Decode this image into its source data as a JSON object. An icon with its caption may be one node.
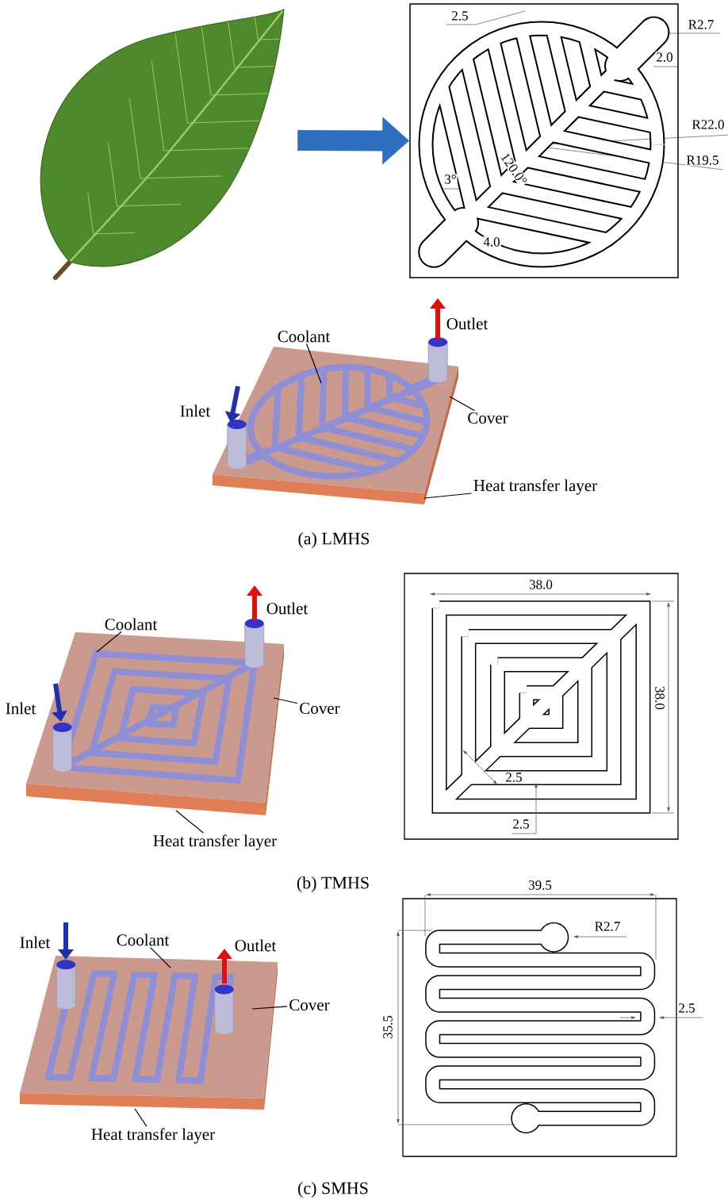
{
  "diagram": {
    "nodes": [
      {
        "text": [],
        "shape": "picture"
      },
      {
        "text": [],
        "shape": "picture"
      },
      {
        "text": [
          "Coolant"
        ]
      },
      {
        "text": [
          "Cover"
        ]
      },
      {
        "text": [
          "Heat transfer layer"
        ]
      },
      {
        "text": [
          "Coolant"
        ]
      },
      {
        "text": [
          "Cover"
        ]
      },
      {
        "text": [
          "Heat transfer layer"
        ]
      },
      {
        "text": [
          "Coolant"
        ]
      },
      {
        "text": [
          "Cover"
        ]
      },
      {
        "text": [
          "Heat transfer layer"
        ]
      },
      {
        "text": [],
        "shape": "picture",
        "beside": [
          "Outlet",
          "Inlet"
        ]
      },
      {
        "text": [],
        "shape": "picture",
        "beside": [
          "Outlet",
          "Inlet"
        ]
      },
      {
        "text": [],
        "shape": "picture",
        "beside": [
          "Inlet",
          "Outlet"
        ]
      }
    ],
    "edges": [
      {
        "from": 0,
        "to": 1,
        "arrow": "to",
        "style": "thick",
        "color": "#2f6fbf"
      },
      {
        "from": 2,
        "to": 11,
        "arrow": "none"
      },
      {
        "from": 3,
        "to": 11,
        "arrow": "none"
      },
      {
        "from": 4,
        "to": 11,
        "arrow": "none"
      },
      {
        "from": 5,
        "to": 12,
        "arrow": "none"
      },
      {
        "from": 6,
        "to": 12,
        "arrow": "none"
      },
      {
        "from": 7,
        "to": 12,
        "arrow": "none"
      },
      {
        "from": 8,
        "to": 13,
        "arrow": "none"
      },
      {
        "from": 9,
        "to": 13,
        "arrow": "none"
      },
      {
        "from": 10,
        "to": 13,
        "arrow": "none"
      }
    ],
    "labels": [
      "2.5",
      "R2.7",
      "2.0",
      "R22.0",
      "R19.5",
      "3°",
      "120.0°",
      "4.0",
      "(a) LMHS",
      "38.0",
      "38.0",
      "2.5",
      "2.5",
      "(b) TMHS",
      "39.5",
      "R2.7",
      "2.5",
      "35.5",
      "(c) SMHS"
    ]
  }
}
